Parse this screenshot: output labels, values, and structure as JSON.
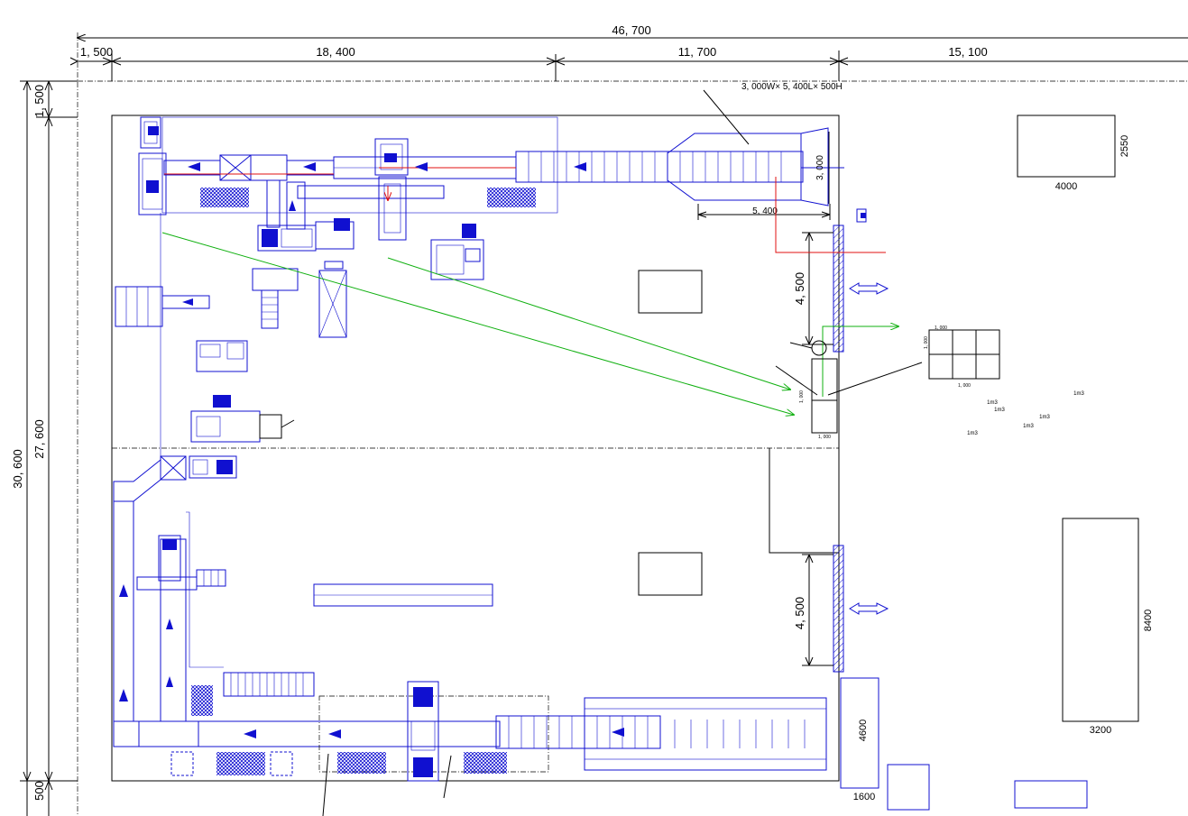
{
  "dimensions": {
    "total_width": "46, 700",
    "seg1": "1, 500",
    "seg2": "18, 400",
    "seg3": "11, 700",
    "seg4": "15, 100",
    "total_height": "30, 600",
    "inner_height": "27, 600",
    "top_margin": "1, 500",
    "bottom_margin": "500",
    "door_upper": "4, 500",
    "door_lower": "4, 500",
    "hopper_width": "3, 000",
    "hopper_length": "5, 400"
  },
  "notes": {
    "hopper_spec": "3, 000W× 5, 400L× 500H"
  },
  "outside": {
    "box_a_w": "4000",
    "box_a_h": "2550",
    "box_b_w": "3200",
    "box_b_h": "8400",
    "box_c_h": "4600",
    "box_c_w": "1600"
  },
  "small_labels": {
    "grid_dim": "1, 000",
    "bin_dim": "1, 000",
    "m3": "1m3"
  },
  "colors": {
    "equipment": "#1010d0",
    "flow_red": "#e01010",
    "flow_green": "#10b010",
    "outline": "#000000"
  }
}
